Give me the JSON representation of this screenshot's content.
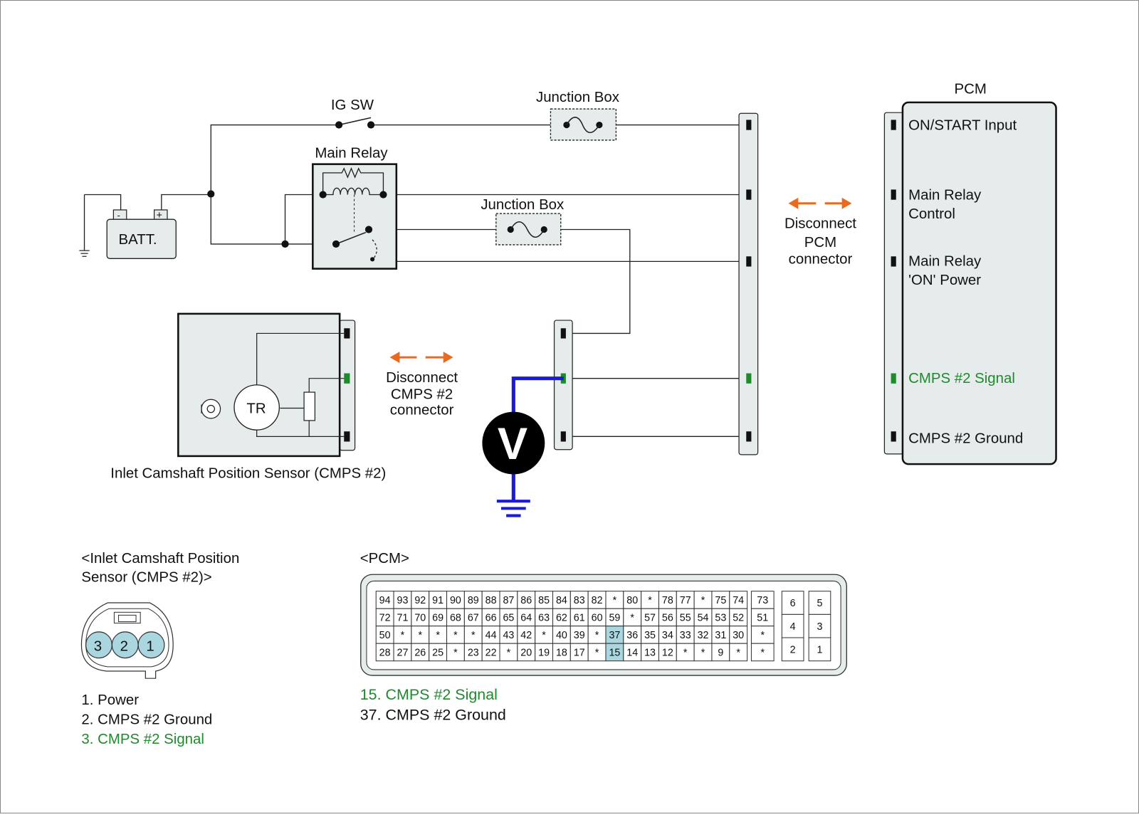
{
  "labels": {
    "ig_sw": "IG SW",
    "junction_box_1": "Junction Box",
    "junction_box_2": "Junction Box",
    "main_relay": "Main Relay",
    "battery": "BATT.",
    "batt_neg": "-",
    "batt_pos": "+",
    "pcm_title": "PCM",
    "sensor_title": "Inlet Camshaft Position Sensor (CMPS #2)",
    "tr": "TR",
    "voltmeter": "V"
  },
  "pcm_pins": [
    {
      "label_lines": [
        "ON/START Input"
      ],
      "signal": false
    },
    {
      "label_lines": [
        "Main Relay",
        "Control"
      ],
      "signal": false
    },
    {
      "label_lines": [
        "Main Relay",
        "'ON' Power"
      ],
      "signal": false
    },
    {
      "label_lines": [
        "CMPS #2 Signal"
      ],
      "signal": true
    },
    {
      "label_lines": [
        "CMPS #2 Ground"
      ],
      "signal": false
    }
  ],
  "disconnect_pcm": [
    "Disconnect",
    "PCM",
    "connector"
  ],
  "disconnect_cmps": [
    "Disconnect",
    "CMPS #2",
    "connector"
  ],
  "sensor_connector": {
    "title_lines": [
      "<Inlet Camshaft Position",
      "Sensor (CMPS #2)>"
    ],
    "pins": [
      "3",
      "2",
      "1"
    ],
    "legend": [
      {
        "text": "1. Power",
        "signal": false
      },
      {
        "text": "2. CMPS #2 Ground",
        "signal": false
      },
      {
        "text": "3. CMPS #2 Signal",
        "signal": true
      }
    ]
  },
  "pcm_connector": {
    "title": "<PCM>",
    "rows": [
      [
        "94",
        "93",
        "92",
        "91",
        "90",
        "89",
        "88",
        "87",
        "86",
        "85",
        "84",
        "83",
        "82",
        "*",
        "80",
        "*",
        "78",
        "77",
        "*",
        "75",
        "74"
      ],
      [
        "72",
        "71",
        "70",
        "69",
        "68",
        "67",
        "66",
        "65",
        "64",
        "63",
        "62",
        "61",
        "60",
        "59",
        "*",
        "57",
        "56",
        "55",
        "54",
        "53",
        "52"
      ],
      [
        "50",
        "*",
        "*",
        "*",
        "*",
        "*",
        "44",
        "43",
        "42",
        "*",
        "40",
        "39",
        "*",
        "37",
        "36",
        "35",
        "34",
        "33",
        "32",
        "31",
        "30"
      ],
      [
        "28",
        "27",
        "26",
        "25",
        "*",
        "23",
        "22",
        "*",
        "20",
        "19",
        "18",
        "17",
        "*",
        "15",
        "14",
        "13",
        "12",
        "*",
        "*",
        "9",
        "*"
      ]
    ],
    "mid_col": [
      "73",
      "51",
      "*",
      "*"
    ],
    "small_left": [
      "6",
      "4",
      "2"
    ],
    "small_right": [
      "5",
      "3",
      "1"
    ],
    "highlight": [
      "37",
      "15"
    ],
    "highlight_color": "#a9d6df",
    "legend": [
      {
        "text": "15. CMPS #2 Signal",
        "signal": true
      },
      {
        "text": "37. CMPS #2 Ground",
        "signal": false
      }
    ]
  },
  "colors": {
    "signal_green": "#1e8a2c",
    "meter_wire_blue": "#1a1adb",
    "arrow_orange": "#ea6a1f",
    "panel_fill": "#e6ecec",
    "connector_pin_fill": "#a9d6df"
  }
}
